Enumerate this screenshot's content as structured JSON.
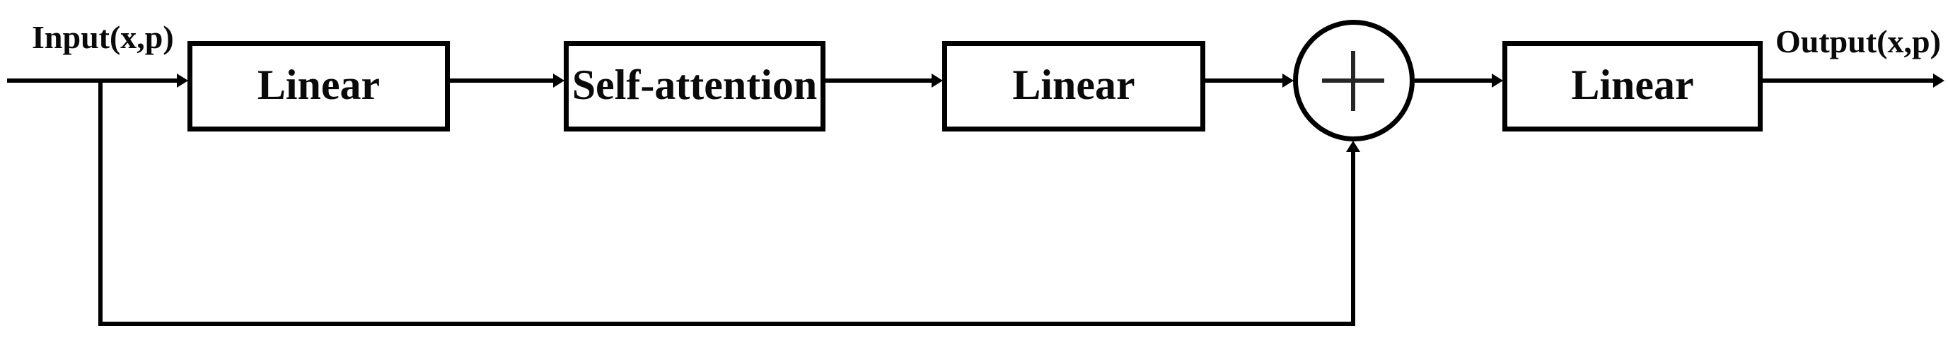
{
  "diagram": {
    "kind": "block-diagram",
    "input_label": "Input(x,p)",
    "output_label": "Output(x,p)",
    "blocks": [
      {
        "label": "Linear"
      },
      {
        "label": "Self-attention"
      },
      {
        "label": "Linear"
      },
      {
        "label": "Linear"
      }
    ],
    "add_operator": "+",
    "connections": [
      "input -> Linear",
      "Linear -> Self-attention",
      "Self-attention -> Linear",
      "Linear -> add",
      "add -> Linear",
      "Linear -> output",
      "input -> add (skip connection along bottom)"
    ],
    "colors": {
      "stroke": "#000000",
      "background": "#ffffff"
    }
  }
}
